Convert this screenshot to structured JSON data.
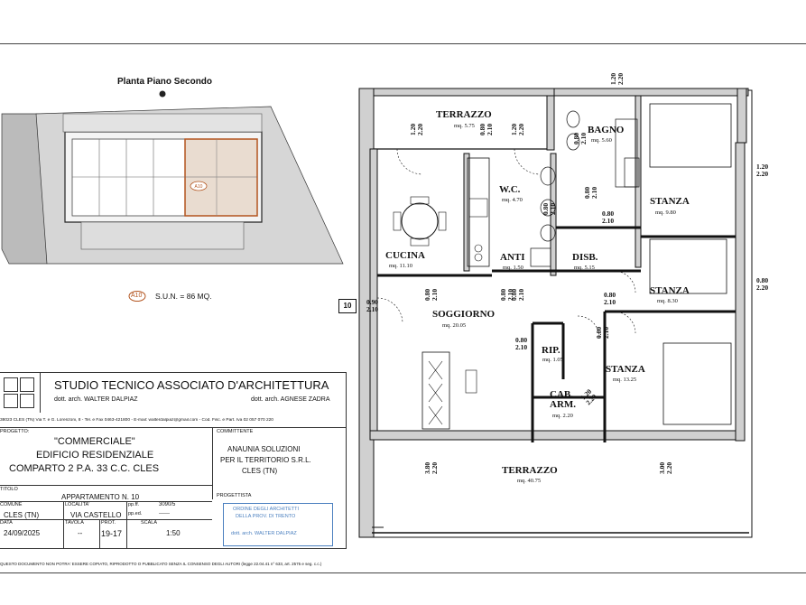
{
  "plan": {
    "title": "Planta Piano Secondo",
    "unit_code": "A10",
    "sun_label": "S.U.N. = 86 MQ.",
    "entrance_marker": "10"
  },
  "rooms": [
    {
      "id": "terrazzo-top",
      "name": "TERRAZZO",
      "area": "mq. 5.75"
    },
    {
      "id": "bagno",
      "name": "BAGNO",
      "area": "mq. 5.60"
    },
    {
      "id": "wc",
      "name": "W.C.",
      "area": "mq. 4.70"
    },
    {
      "id": "stanza1",
      "name": "STANZA",
      "area": "mq. 9.80"
    },
    {
      "id": "cucina",
      "name": "CUCINA",
      "area": "mq. 11.10"
    },
    {
      "id": "anti",
      "name": "ANTI",
      "area": "mq. 1.50"
    },
    {
      "id": "disb",
      "name": "DISB.",
      "area": "mq. 5.15"
    },
    {
      "id": "stanza2",
      "name": "STANZA",
      "area": "mq. 8.30"
    },
    {
      "id": "soggiorno",
      "name": "SOGGIORNO",
      "area": "mq. 20.05"
    },
    {
      "id": "rip",
      "name": "RIP.",
      "area": "mq. 1.05"
    },
    {
      "id": "stanza3",
      "name": "STANZA",
      "area": "mq. 13.25"
    },
    {
      "id": "cab",
      "name": "CAB.\nARM.",
      "area": "mq. 2.20"
    },
    {
      "id": "terrazzo-bottom",
      "name": "TERRAZZO",
      "area": "mq. 40.75"
    }
  ],
  "dims": {
    "d1": "1.20\n2.20",
    "d2": "1.20\n2.20",
    "d3": "0.80\n2.10",
    "d4": "0.80\n2.10",
    "d5": "0.80\n2.10",
    "d6": "0.80\n2.10",
    "d7": "0.80\n2.10",
    "d8": "0.80\n2.10",
    "d9": "0.80\n2.10",
    "d10": "0.80\n2.10",
    "d11": "0.80\n2.10",
    "d12": "0.90\n2.10",
    "d13": "0.80\n2.20",
    "d14": "0.80\n2.10",
    "d15": "0.80\n2.10",
    "d16": "1.20\n2.20",
    "d17": "1.20\n2.20",
    "d18": "3.80\n2.20",
    "d19": "3.00\n2.20",
    "d20": "1.20\n2.20"
  },
  "titleblock": {
    "studio": "STUDIO TECNICO ASSOCIATO D'ARCHITETTURA",
    "arch1": "dott. arch. WALTER DALPIAZ",
    "arch2": "dott. arch. AGNESE ZADRA",
    "address": "38023 CLES (TN) Via T. e G. Lorenzoni, 8 - Tel. e Fax 0463-421800 - E-mail: walterdalpiaz@gmail.com - Cod. Fisc. e Part. Iva 02 057 070 220",
    "progetto_label": "PROGETTO:",
    "progetto_lines": [
      "\"COMMERCIALE\"",
      "EDIFICIO RESIDENZIALE",
      "COMPARTO 2 P.A. 33 C.C. CLES"
    ],
    "committente_label": "COMMITTENTE",
    "committente_lines": [
      "ANAUNIA SOLUZIONI",
      "PER IL TERRITORIO S.R.L.",
      "CLES (TN)"
    ],
    "titolo_label": "TITOLO",
    "titolo": "APPARTAMENTO N. 10",
    "progettista_label": "PROGETTISTA",
    "stamp_lines": [
      "ORDINE DEGLI ARCHITETTI",
      "DELLA PROV. DI TRENTO",
      "dott. arch. WALTER DALPIAZ"
    ],
    "comune_label": "COMUNE",
    "comune": "CLES (TN)",
    "localita_label": "LOCALITA'",
    "localita": "VIA CASTELLO",
    "ppff_label": "pp.ff.",
    "ppff": "3090/5",
    "pped_label": "pp.ed.",
    "pped": "------",
    "data_label": "DATA",
    "data": "24/09/2025",
    "tavola_label": "TAVOLA",
    "tavola": "--",
    "prot_label": "PROT.",
    "prot": "19-17",
    "scala_label": "SCALA",
    "scala": "1:50",
    "footer": "QUESTO DOCUMENTO NON POTRA' ESSERE COPIATO, RIPRODOTTO O PUBBLICATO SENZA IL CONSENSO DEGLI AUTORI (legge 22.04.41 n° 633, art. 2575 e seg. c.c.)"
  }
}
